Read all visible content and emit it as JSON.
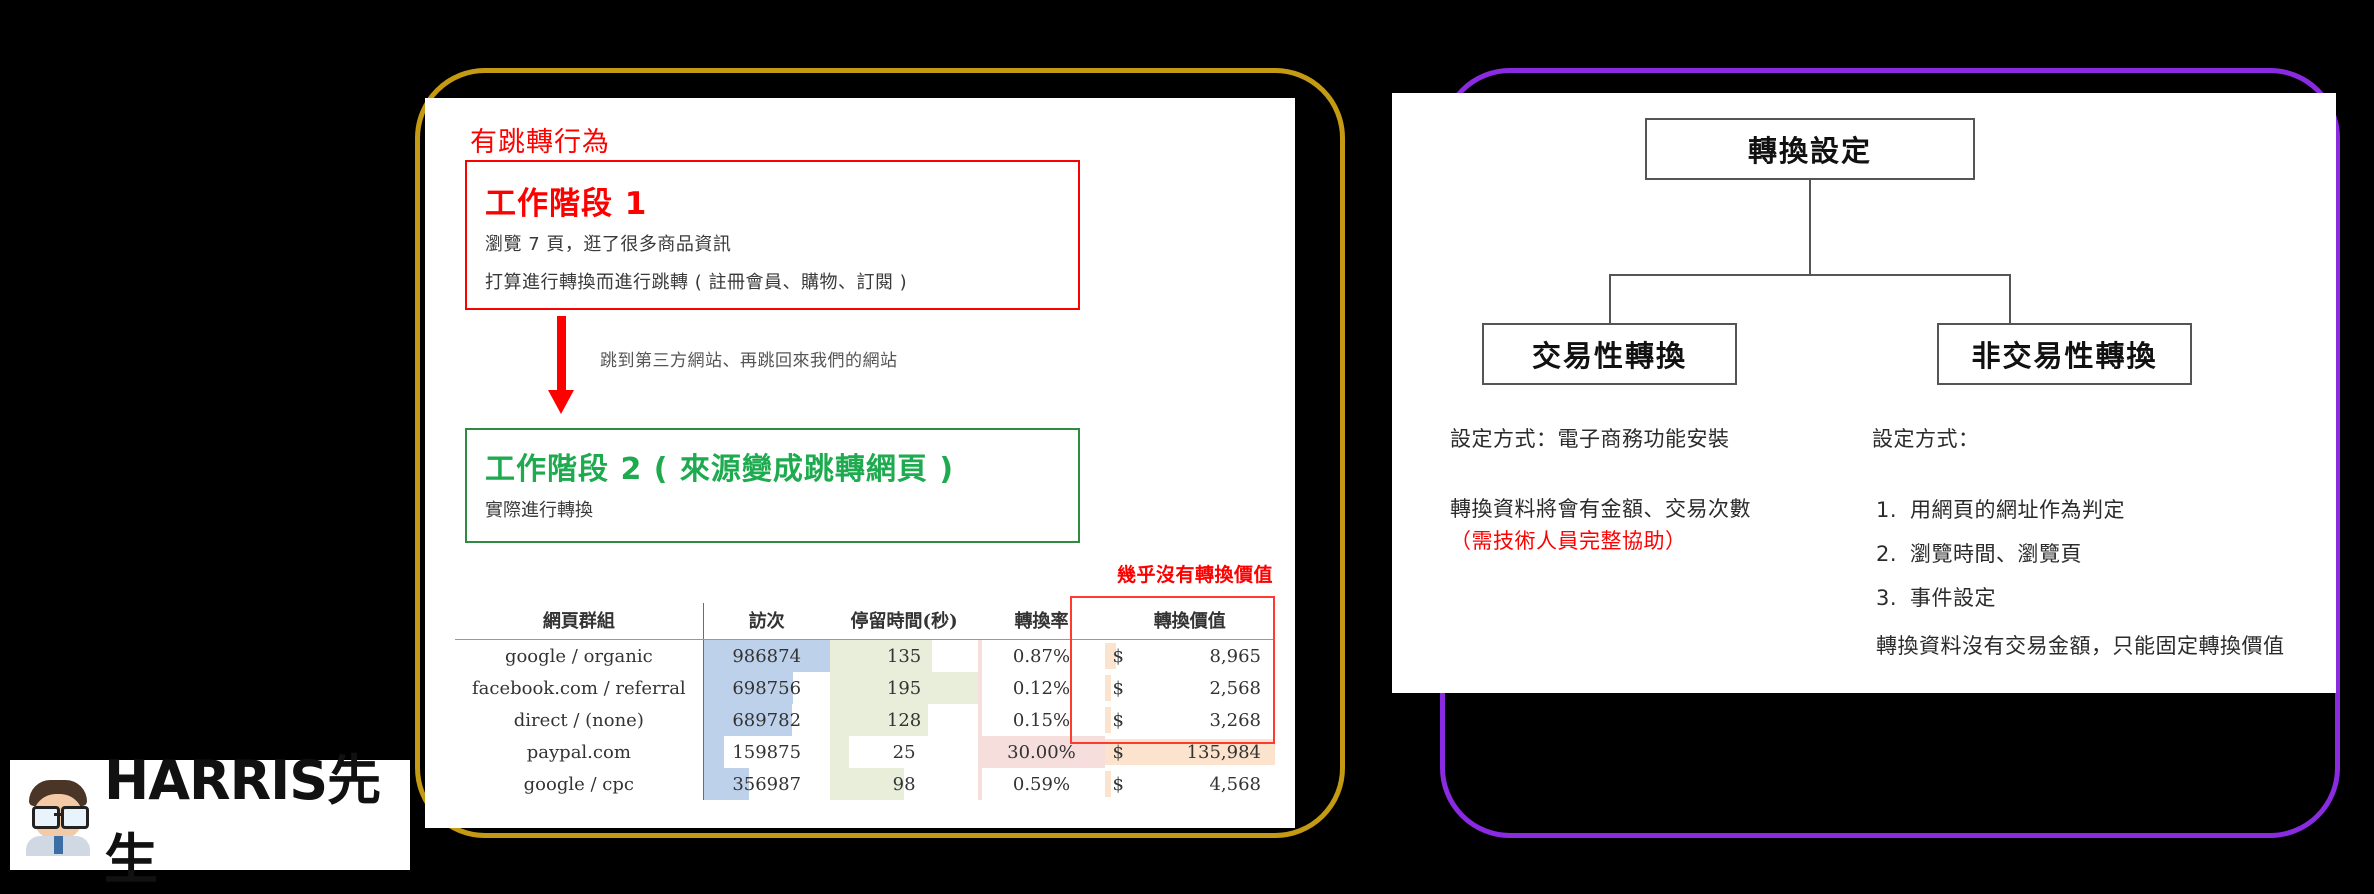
{
  "left_slide": {
    "bounce_label": "有跳轉行為",
    "stage1": {
      "title": "工作階段 1",
      "line1": "瀏覽 7 頁，逛了很多商品資訊",
      "line2": "打算進行轉換而進行跳轉 ( 註冊會員、購物、訂閱 )"
    },
    "arrow_note": "跳到第三方網站、再跳回來我們的網站",
    "stage2": {
      "title": "工作階段 2 ( 來源變成跳轉網頁 )",
      "subtitle": "實際進行轉換"
    },
    "no_value_note": "幾乎沒有轉換價值"
  },
  "table": {
    "headers": [
      "網頁群組",
      "訪次",
      "停留時間(秒)",
      "轉換率",
      "轉換價值"
    ],
    "rows": [
      {
        "group": "google / organic",
        "visits": "986874",
        "time": "135",
        "rate": "0.87%",
        "currency": "$",
        "value": "8,965"
      },
      {
        "group": "facebook.com / referral",
        "visits": "698756",
        "time": "195",
        "rate": "0.12%",
        "currency": "$",
        "value": "2,568"
      },
      {
        "group": "direct / (none)",
        "visits": "689782",
        "time": "128",
        "rate": "0.15%",
        "currency": "$",
        "value": "3,268"
      },
      {
        "group": "paypal.com",
        "visits": "159875",
        "time": "25",
        "rate": "30.00%",
        "currency": "$",
        "value": "135,984"
      },
      {
        "group": "google / cpc",
        "visits": "356987",
        "time": "98",
        "rate": "0.59%",
        "currency": "$",
        "value": "4,568"
      }
    ]
  },
  "right_slide": {
    "root_node": "轉換設定",
    "left_node": "交易性轉換",
    "right_node": "非交易性轉換",
    "left_col": {
      "line1": "設定方式：電子商務功能安裝",
      "line2": "轉換資料將會有金額、交易次數",
      "line3": "（需技術人員完整協助）"
    },
    "right_col": {
      "heading": "設定方式：",
      "items": [
        "用網頁的網址作為判定",
        "瀏覽時間、瀏覽頁",
        "事件設定"
      ],
      "footer": "轉換資料沒有交易金額，只能固定轉換價值"
    }
  },
  "logo": {
    "text": "HARRIS先生"
  },
  "colors": {
    "red": "#ff0000",
    "green": "#1eaa4f",
    "gold_outline": "#c49a12",
    "purple_outline": "#8a2be2",
    "bar_blue": "#bdd2ea",
    "bar_green": "#e8eeda",
    "bar_pink": "#f5dedc",
    "bar_orange": "#fce3cd"
  },
  "chart_data": {
    "type": "table",
    "title": "網頁群組成效表",
    "columns": [
      "網頁群組",
      "訪次",
      "停留時間(秒)",
      "轉換率",
      "轉換價值"
    ],
    "rows": [
      [
        "google / organic",
        986874,
        135,
        0.87,
        8965
      ],
      [
        "facebook.com / referral",
        698756,
        195,
        0.12,
        2568
      ],
      [
        "direct / (none)",
        689782,
        128,
        0.15,
        3268
      ],
      [
        "paypal.com",
        159875,
        25,
        30.0,
        135984
      ],
      [
        "google / cpc",
        356987,
        98,
        0.59,
        4568
      ]
    ],
    "bar_scales": {
      "visits_max": 986874,
      "time_max": 195,
      "rate_max": 30.0,
      "value_max": 135984
    },
    "annotations": [
      "幾乎沒有轉換價值"
    ]
  }
}
